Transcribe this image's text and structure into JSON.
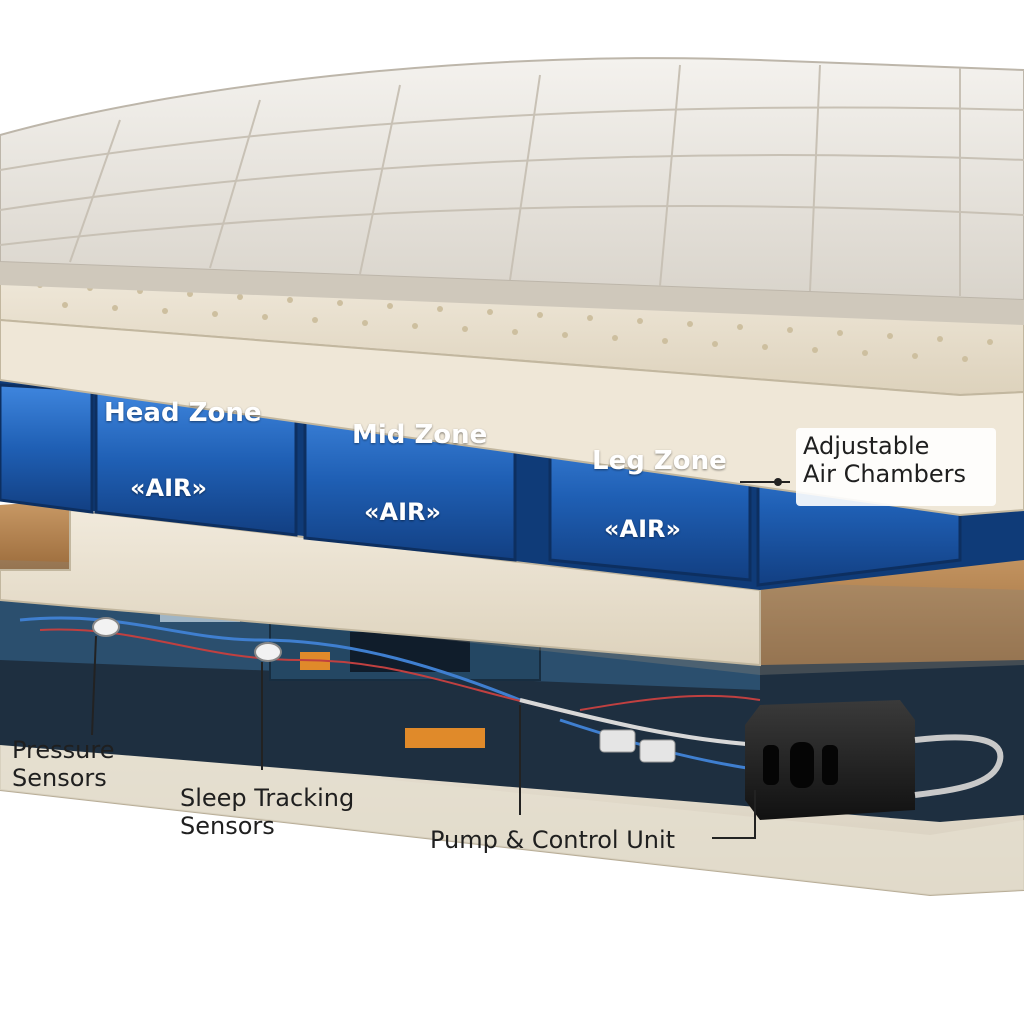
{
  "colors": {
    "cover": "#e9e5df",
    "foam": "#e6dcc8",
    "air_chamber": "#1f5fb4",
    "cork": "#b98652",
    "circuit_board": "#2b4f6e",
    "pump": "#1d1d1d"
  },
  "zones": [
    {
      "name": "Head Zone",
      "air": "AIR"
    },
    {
      "name": "Mid Zone",
      "air": "AIR"
    },
    {
      "name": "Leg Zone",
      "air": "AIR"
    }
  ],
  "callouts": {
    "air_chambers": "Adjustable\nAir Chambers",
    "pressure_sensors": "Pressure\nSensors",
    "sleep_tracking": "Sleep Tracking\nSensors",
    "pump_control": "Pump & Control Unit"
  },
  "icons": [
    "pressure-sensor-icon",
    "pump-unit-icon",
    "arrow-left-icon",
    "arrow-right-icon"
  ]
}
